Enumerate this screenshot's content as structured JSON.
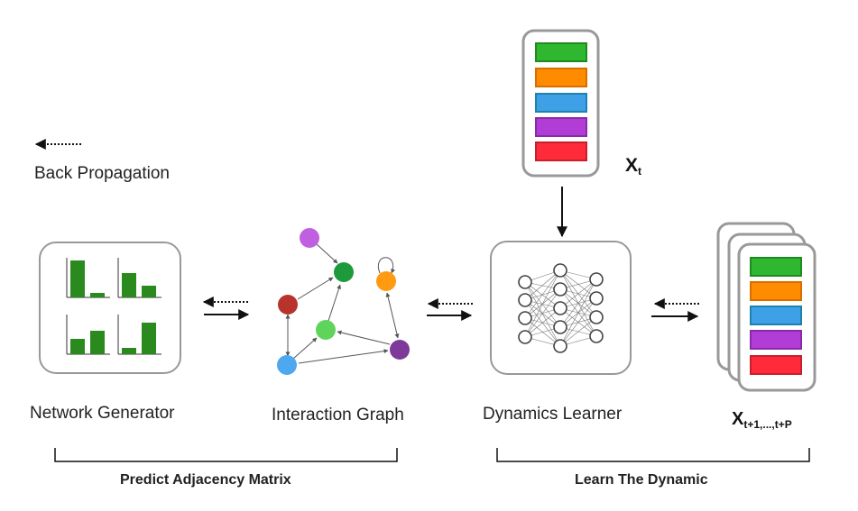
{
  "legend": {
    "back_propagation_label": "Back Propagation"
  },
  "blocks": {
    "network_generator": "Network Generator",
    "interaction_graph": "Interaction Graph",
    "dynamics_learner": "Dynamics Learner"
  },
  "state_vector": {
    "symbol": "X",
    "subscript": "t"
  },
  "prediction": {
    "symbol": "X",
    "subscript": "t+1,...,t+P"
  },
  "brackets": {
    "left": "Predict Adjacency Matrix",
    "right": "Learn The Dynamic"
  },
  "colors": {
    "green": "#2fb82f",
    "orange": "#ff8c00",
    "blue": "#3ea0e6",
    "purple": "#b23cd6",
    "red": "#ff2a3a",
    "bar_green": "#2b8a1e",
    "node_purple_light": "#c060e0",
    "node_green_dark": "#1d9a3a",
    "node_red": "#b8332b",
    "node_green_light": "#5fd45a",
    "node_orange": "#ff9a12",
    "node_blue": "#4da8f0",
    "node_purple_dark": "#7e3a9a"
  }
}
